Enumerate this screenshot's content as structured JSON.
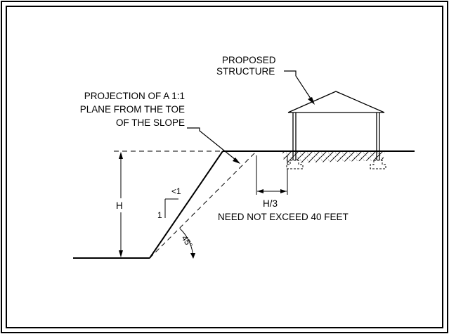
{
  "labels": {
    "structure_line1": "PROPOSED",
    "structure_line2": "STRUCTURE",
    "projection_line1": "PROJECTION OF A 1:1",
    "projection_line2": "PLANE FROM THE TOE",
    "projection_line3": "OF THE SLOPE",
    "height": "H",
    "setback": "H/3",
    "setback_note": "NEED NOT EXCEED 40 FEET",
    "ratio_rise": "1",
    "ratio_run": "<1",
    "angle": "45°"
  }
}
